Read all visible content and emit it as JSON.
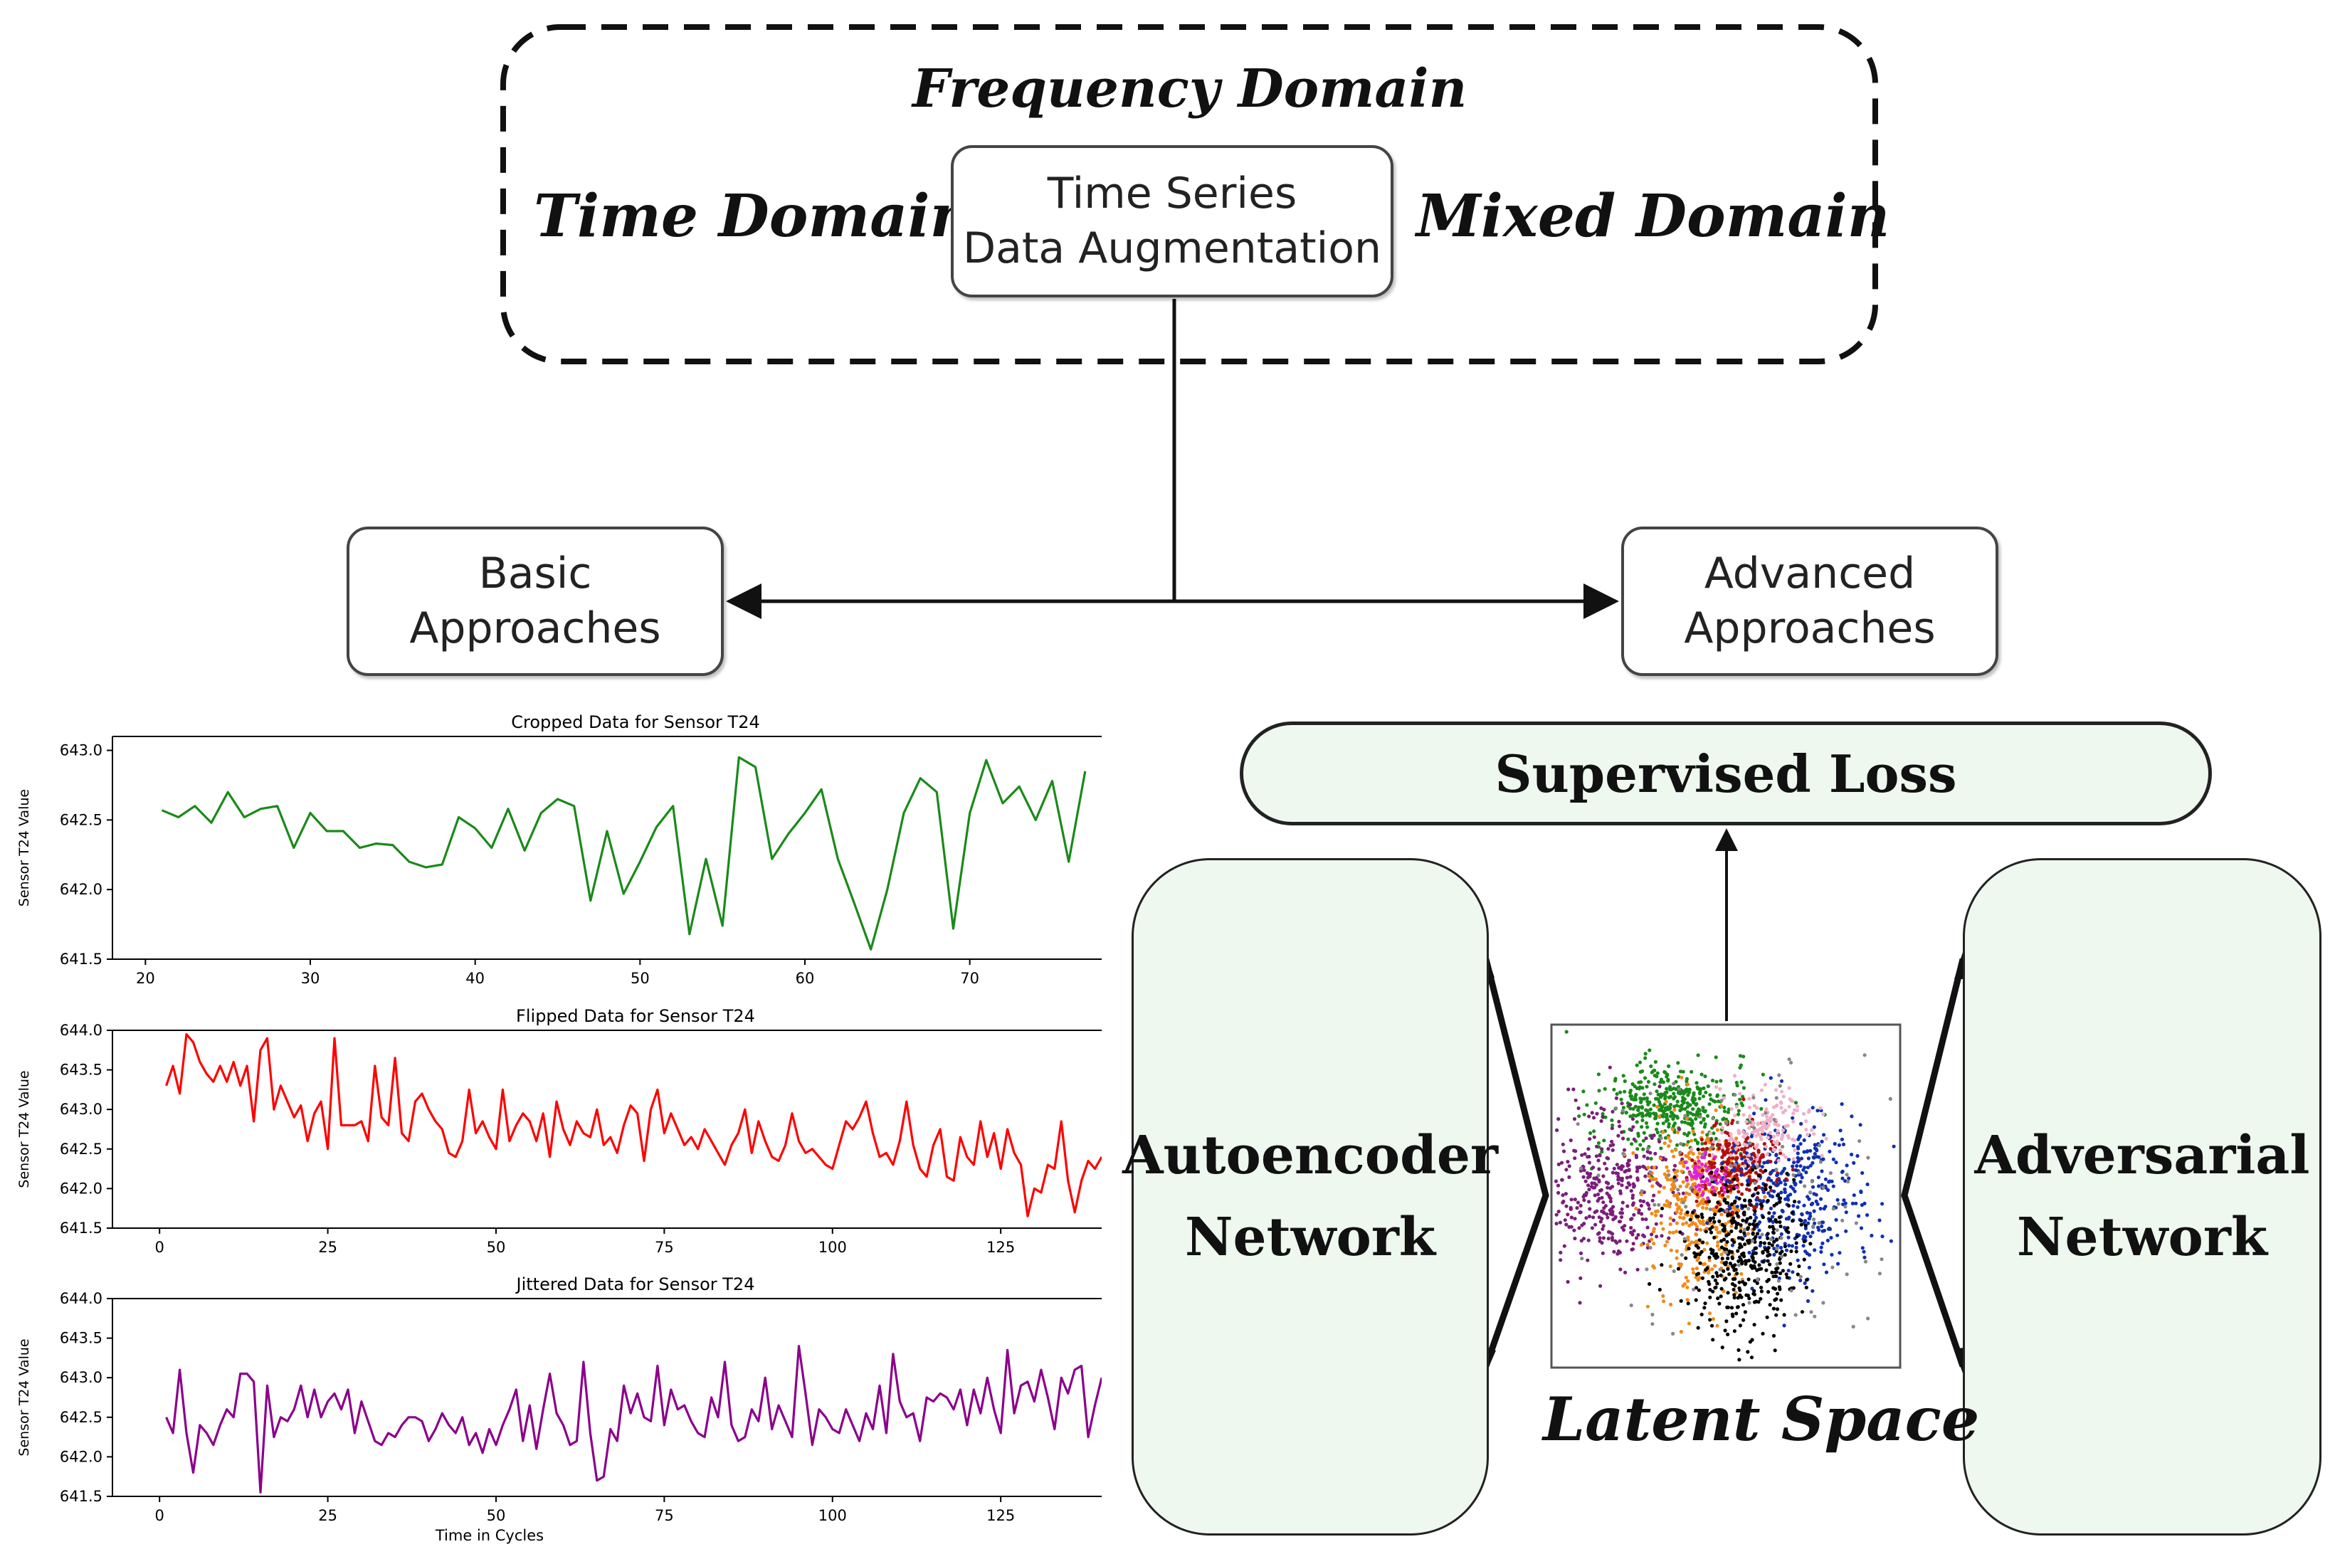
{
  "diagram": {
    "domains": {
      "frequency": "Frequency Domain",
      "time": "Time Domain",
      "mixed": "Mixed Domain"
    },
    "root_box": {
      "line1": "Time Series",
      "line2": "Data Augmentation"
    },
    "basic_box": {
      "line1": "Basic",
      "line2": "Approaches"
    },
    "advanced_box": {
      "line1": "Advanced",
      "line2": "Approaches"
    },
    "supervised_loss": "Supervised Loss",
    "autoencoder": {
      "line1": "Autoencoder",
      "line2": "Network"
    },
    "adversarial": {
      "line1": "Adversarial",
      "line2": "Network"
    },
    "latent_space": "Latent Space",
    "latent_cluster_colors": [
      "#1a8a1a",
      "#7a1f7a",
      "#f08a1a",
      "#b01010",
      "#1030b0",
      "#000000",
      "#f0b0c8",
      "#e020e0",
      "#888888"
    ]
  },
  "chart_data": [
    {
      "type": "line",
      "title": "Cropped Data for Sensor T24",
      "ylabel": "Sensor T24 Value",
      "xlabel": "",
      "color": "#1a8a1a",
      "xlim": [
        18,
        78
      ],
      "ylim": [
        641.5,
        643.1
      ],
      "xticks": [
        20,
        30,
        40,
        50,
        60,
        70
      ],
      "yticks": [
        641.5,
        642.0,
        642.5,
        643.0
      ],
      "ytick_labels": [
        "641.5",
        "642.0",
        "642.5",
        "643.0"
      ],
      "x": [
        21,
        22,
        23,
        24,
        25,
        26,
        27,
        28,
        29,
        30,
        31,
        32,
        33,
        34,
        35,
        36,
        37,
        38,
        39,
        40,
        41,
        42,
        43,
        44,
        45,
        46,
        47,
        48,
        49,
        50,
        51,
        52,
        53,
        54,
        55,
        56,
        57,
        58,
        59,
        60,
        61,
        62,
        63,
        64,
        65,
        66,
        67,
        68,
        69,
        70,
        71,
        72,
        73,
        74,
        75,
        76,
        77
      ],
      "values": [
        642.57,
        642.52,
        642.6,
        642.48,
        642.7,
        642.52,
        642.58,
        642.6,
        642.3,
        642.55,
        642.42,
        642.42,
        642.3,
        642.33,
        642.32,
        642.2,
        642.16,
        642.18,
        642.52,
        642.44,
        642.3,
        642.58,
        642.28,
        642.55,
        642.65,
        642.6,
        641.92,
        642.42,
        641.97,
        642.2,
        642.45,
        642.6,
        641.68,
        642.22,
        641.74,
        642.95,
        642.88,
        642.22,
        642.4,
        642.55,
        642.72,
        642.22,
        641.9,
        641.57,
        642.0,
        642.55,
        642.8,
        642.7,
        641.72,
        642.55,
        642.93,
        642.62,
        642.74,
        642.5,
        642.78,
        642.2,
        642.85
      ]
    },
    {
      "type": "line",
      "title": "Flipped Data for Sensor T24",
      "ylabel": "Sensor T24 Value",
      "xlabel": "",
      "color": "#ff0000",
      "xlim": [
        -7,
        140
      ],
      "ylim": [
        641.5,
        644.0
      ],
      "xticks": [
        0,
        25,
        50,
        75,
        100,
        125
      ],
      "yticks": [
        641.5,
        642.0,
        642.5,
        643.0,
        643.5,
        644.0
      ],
      "ytick_labels": [
        "641.5",
        "642.0",
        "642.5",
        "643.0",
        "643.5",
        "644.0"
      ],
      "x": [
        1,
        2,
        3,
        4,
        5,
        6,
        7,
        8,
        9,
        10,
        11,
        12,
        13,
        14,
        15,
        16,
        17,
        18,
        19,
        20,
        21,
        22,
        23,
        24,
        25,
        26,
        27,
        28,
        29,
        30,
        31,
        32,
        33,
        34,
        35,
        36,
        37,
        38,
        39,
        40,
        41,
        42,
        43,
        44,
        45,
        46,
        47,
        48,
        49,
        50,
        51,
        52,
        53,
        54,
        55,
        56,
        57,
        58,
        59,
        60,
        61,
        62,
        63,
        64,
        65,
        66,
        67,
        68,
        69,
        70,
        71,
        72,
        73,
        74,
        75,
        76,
        77,
        78,
        79,
        80,
        81,
        82,
        83,
        84,
        85,
        86,
        87,
        88,
        89,
        90,
        91,
        92,
        93,
        94,
        95,
        96,
        97,
        98,
        99,
        100,
        101,
        102,
        103,
        104,
        105,
        106,
        107,
        108,
        109,
        110,
        111,
        112,
        113,
        114,
        115,
        116,
        117,
        118,
        119,
        120,
        121,
        122,
        123,
        124,
        125,
        126,
        127,
        128,
        129,
        130,
        131,
        132,
        133,
        134,
        135,
        136,
        137,
        138,
        139,
        140
      ],
      "values": [
        643.3,
        643.55,
        643.2,
        643.95,
        643.85,
        643.6,
        643.45,
        643.35,
        643.55,
        643.35,
        643.6,
        643.3,
        643.55,
        642.85,
        643.75,
        643.9,
        643.0,
        643.3,
        643.1,
        642.9,
        643.05,
        642.6,
        642.95,
        643.1,
        642.5,
        643.9,
        642.8,
        642.8,
        642.8,
        642.85,
        642.6,
        643.55,
        642.9,
        642.8,
        643.65,
        642.7,
        642.6,
        643.1,
        643.2,
        643.0,
        642.85,
        642.75,
        642.45,
        642.4,
        642.6,
        643.25,
        642.7,
        642.85,
        642.65,
        642.5,
        643.25,
        642.6,
        642.8,
        642.95,
        642.85,
        642.6,
        642.95,
        642.4,
        643.1,
        642.75,
        642.55,
        642.85,
        642.7,
        642.65,
        643.0,
        642.55,
        642.65,
        642.45,
        642.8,
        643.05,
        642.95,
        642.35,
        643.0,
        643.25,
        642.7,
        642.95,
        642.75,
        642.55,
        642.65,
        642.5,
        642.75,
        642.6,
        642.45,
        642.3,
        642.55,
        642.7,
        643.0,
        642.45,
        642.85,
        642.6,
        642.4,
        642.35,
        642.55,
        642.95,
        642.6,
        642.45,
        642.5,
        642.4,
        642.3,
        642.25,
        642.55,
        642.85,
        642.75,
        642.9,
        643.1,
        642.7,
        642.4,
        642.45,
        642.3,
        642.6,
        643.1,
        642.55,
        642.25,
        642.15,
        642.55,
        642.75,
        642.15,
        642.1,
        642.65,
        642.4,
        642.3,
        642.85,
        642.4,
        642.7,
        642.25,
        642.75,
        642.45,
        642.3,
        641.65,
        642.0,
        641.95,
        642.3,
        642.25,
        642.85,
        642.1,
        641.7,
        642.1,
        642.35,
        642.25,
        642.4
      ]
    },
    {
      "type": "line",
      "title": "Jittered Data for Sensor T24",
      "ylabel": "Sensor T24 Value",
      "xlabel": "Time in Cycles",
      "color": "#8b008b",
      "xlim": [
        -7,
        140
      ],
      "ylim": [
        641.5,
        644.0
      ],
      "xticks": [
        0,
        25,
        50,
        75,
        100,
        125
      ],
      "yticks": [
        641.5,
        642.0,
        642.5,
        643.0,
        643.5,
        644.0
      ],
      "ytick_labels": [
        "641.5",
        "642.0",
        "642.5",
        "643.0",
        "643.5",
        "644.0"
      ],
      "x": [
        1,
        2,
        3,
        4,
        5,
        6,
        7,
        8,
        9,
        10,
        11,
        12,
        13,
        14,
        15,
        16,
        17,
        18,
        19,
        20,
        21,
        22,
        23,
        24,
        25,
        26,
        27,
        28,
        29,
        30,
        31,
        32,
        33,
        34,
        35,
        36,
        37,
        38,
        39,
        40,
        41,
        42,
        43,
        44,
        45,
        46,
        47,
        48,
        49,
        50,
        51,
        52,
        53,
        54,
        55,
        56,
        57,
        58,
        59,
        60,
        61,
        62,
        63,
        64,
        65,
        66,
        67,
        68,
        69,
        70,
        71,
        72,
        73,
        74,
        75,
        76,
        77,
        78,
        79,
        80,
        81,
        82,
        83,
        84,
        85,
        86,
        87,
        88,
        89,
        90,
        91,
        92,
        93,
        94,
        95,
        96,
        97,
        98,
        99,
        100,
        101,
        102,
        103,
        104,
        105,
        106,
        107,
        108,
        109,
        110,
        111,
        112,
        113,
        114,
        115,
        116,
        117,
        118,
        119,
        120,
        121,
        122,
        123,
        124,
        125,
        126,
        127,
        128,
        129,
        130,
        131,
        132,
        133,
        134,
        135,
        136,
        137,
        138,
        139,
        140
      ],
      "values": [
        642.5,
        642.3,
        643.1,
        642.3,
        641.8,
        642.4,
        642.3,
        642.15,
        642.4,
        642.6,
        642.5,
        643.05,
        643.05,
        642.95,
        641.55,
        642.9,
        642.25,
        642.5,
        642.45,
        642.6,
        642.9,
        642.5,
        642.85,
        642.5,
        642.7,
        642.8,
        642.6,
        642.85,
        642.3,
        642.7,
        642.45,
        642.2,
        642.15,
        642.3,
        642.25,
        642.4,
        642.5,
        642.5,
        642.45,
        642.2,
        642.35,
        642.55,
        642.4,
        642.3,
        642.5,
        642.15,
        642.3,
        642.05,
        642.35,
        642.15,
        642.4,
        642.6,
        642.85,
        642.2,
        642.65,
        642.1,
        642.6,
        643.05,
        642.55,
        642.4,
        642.15,
        642.2,
        643.2,
        642.3,
        641.7,
        641.75,
        642.35,
        642.2,
        642.9,
        642.55,
        642.8,
        642.5,
        642.45,
        643.15,
        642.4,
        642.85,
        642.6,
        642.65,
        642.45,
        642.3,
        642.25,
        642.75,
        642.5,
        643.2,
        642.4,
        642.2,
        642.25,
        642.6,
        642.45,
        643.0,
        642.35,
        642.65,
        642.45,
        642.25,
        643.4,
        642.8,
        642.15,
        642.6,
        642.5,
        642.35,
        642.3,
        642.6,
        642.4,
        642.2,
        642.55,
        642.35,
        642.9,
        642.3,
        643.3,
        642.7,
        642.5,
        642.55,
        642.2,
        642.75,
        642.7,
        642.8,
        642.75,
        642.6,
        642.85,
        642.4,
        642.85,
        642.55,
        643.0,
        642.6,
        642.3,
        643.35,
        642.55,
        642.9,
        642.95,
        642.7,
        643.1,
        642.75,
        642.35,
        643.0,
        642.8,
        643.1,
        643.15,
        642.25,
        642.65,
        643.0
      ]
    }
  ]
}
